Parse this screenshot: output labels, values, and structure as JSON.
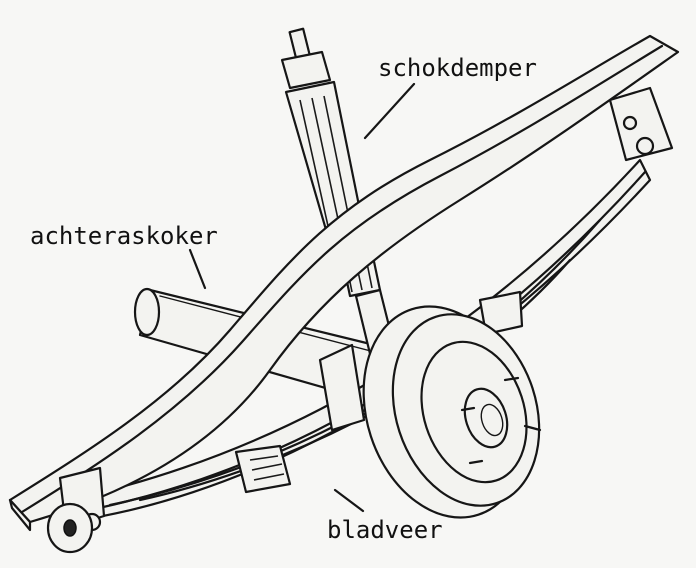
{
  "labels": {
    "shock_absorber": "schokdemper",
    "axle_tube": "achteraskoker",
    "leaf_spring": "bladveer"
  },
  "colors": {
    "paper": "#f7f7f5",
    "ink": "#161616"
  }
}
